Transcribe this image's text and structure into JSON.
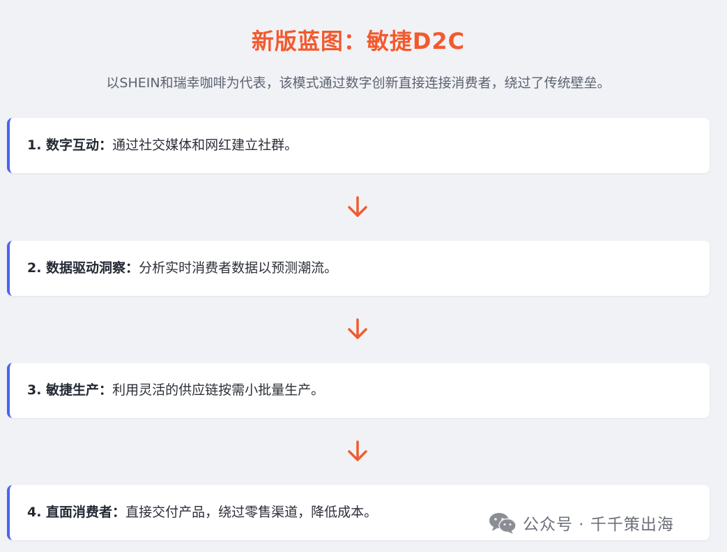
{
  "title": "新版蓝图：敏捷D2C",
  "subtitle": "以SHEIN和瑞幸咖啡为代表，该模式通过数字创新直接连接消费者，绕过了传统壁垒。",
  "steps": [
    {
      "label": "1. 数字互动：",
      "text": "通过社交媒体和网红建立社群。"
    },
    {
      "label": "2. 数据驱动洞察：",
      "text": "分析实时消费者数据以预测潮流。"
    },
    {
      "label": "3. 敏捷生产：",
      "text": "利用灵活的供应链按需小批量生产。"
    },
    {
      "label": "4. 直面消费者：",
      "text": "直接交付产品，绕过零售渠道，降低成本。"
    }
  ],
  "watermark": {
    "icon": "wechat-icon",
    "text": "公众号 · 千千策出海"
  },
  "colors": {
    "accent": "#f25a2e",
    "step_border": "#4a63f0",
    "background": "#f1f2f6"
  }
}
